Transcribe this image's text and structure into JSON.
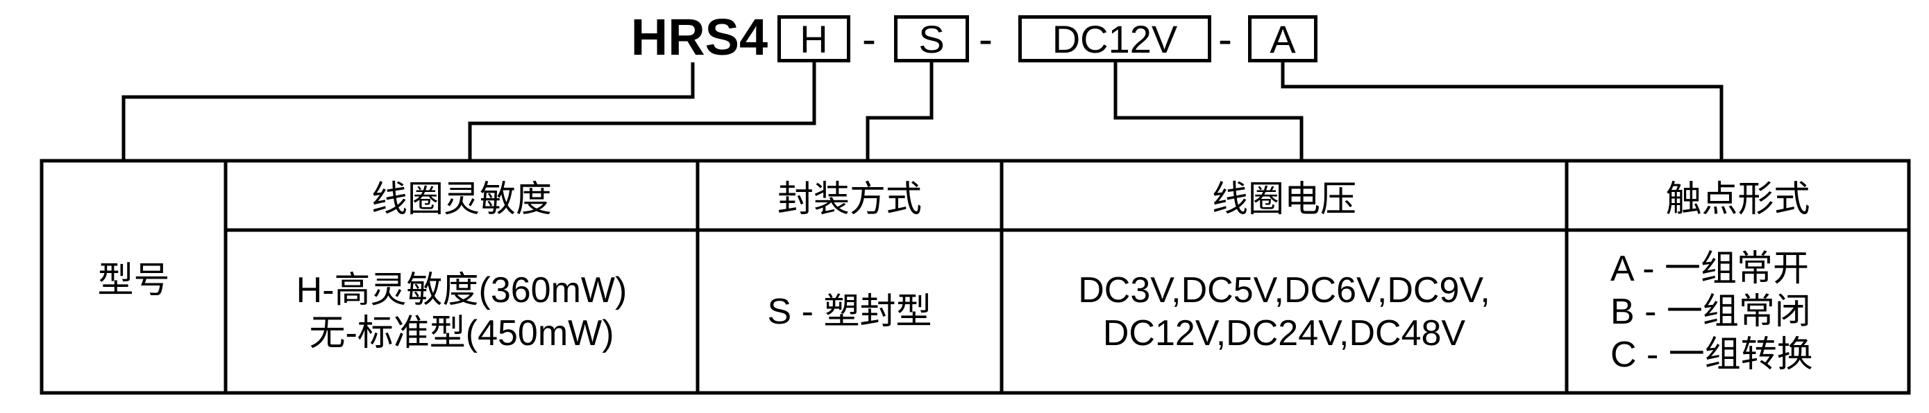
{
  "code": {
    "prefix": "HRS4",
    "parts": [
      "H",
      "S",
      "DC12V",
      "A"
    ],
    "separator": "-"
  },
  "table": {
    "row_label": "型号",
    "headers": [
      "线圈灵敏度",
      "封装方式",
      "线圈电压",
      "触点形式"
    ],
    "sensitivity": [
      "H-高灵敏度(360mW)",
      "无-标准型(450mW)"
    ],
    "package": "S -  塑封型",
    "voltage": [
      "DC3V,DC5V,DC6V,DC9V,",
      "DC12V,DC24V,DC48V"
    ],
    "contact": [
      "A  -  一组常开",
      "B  -  一组常闭",
      "C  -  一组转换"
    ]
  }
}
